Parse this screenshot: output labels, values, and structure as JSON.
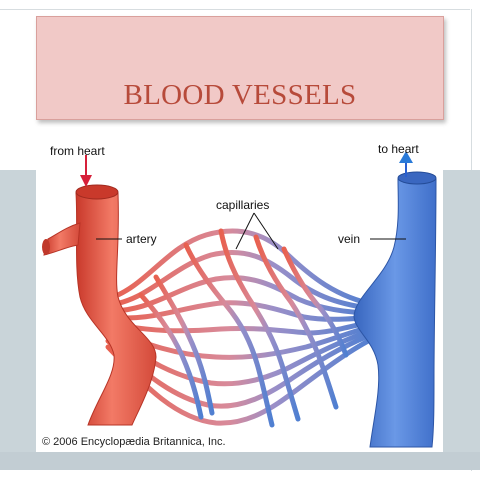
{
  "slide": {
    "title": "BLOOD VESSELS"
  },
  "figure": {
    "labels": {
      "from_heart": "from heart",
      "to_heart": "to heart",
      "capillaries": "capillaries",
      "artery": "artery",
      "vein": "vein"
    },
    "copyright": "© 2006 Encyclopædia Britannica, Inc."
  },
  "colors": {
    "artery": "#e8604f",
    "vein": "#4f7fd1",
    "title_box": "#f1c9c7",
    "title_text": "#b74a3a",
    "slide_band": "#c9d4d9"
  }
}
